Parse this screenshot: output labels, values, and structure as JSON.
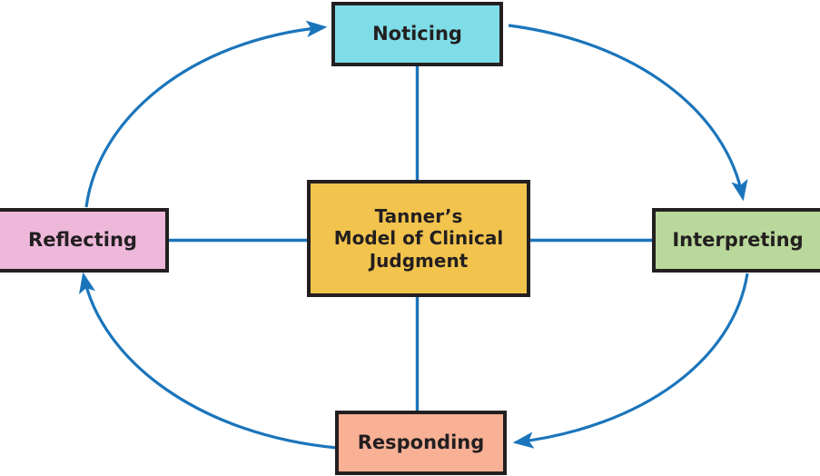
{
  "diagram": {
    "title": "Tanner's Model of Clinical Judgment",
    "type": "cycle-diagram",
    "center": {
      "name": "center-node",
      "label": "Tanner’s\nModel of Clinical\nJudgment",
      "fill": "#F2C44D",
      "border": "#231F20",
      "text_color": "#231F20"
    },
    "nodes": [
      {
        "id": "noticing",
        "label": "Noticing",
        "position": "top",
        "fill": "#7FDDE8",
        "border": "#231F20",
        "text_color": "#231F20"
      },
      {
        "id": "interpreting",
        "label": "Interpreting",
        "position": "right",
        "fill": "#B9D89B",
        "border": "#231F20",
        "text_color": "#231F20"
      },
      {
        "id": "responding",
        "label": "Responding",
        "position": "bottom",
        "fill": "#F8B195",
        "border": "#231F20",
        "text_color": "#231F20"
      },
      {
        "id": "reflecting",
        "label": "Reflecting",
        "position": "left",
        "fill": "#EEB8DA",
        "border": "#231F20",
        "text_color": "#231F20"
      }
    ],
    "spokes": [
      {
        "id": "spoke-center-noticing",
        "from": "center",
        "to": "noticing",
        "orientation": "vertical"
      },
      {
        "id": "spoke-center-interpreting",
        "from": "center",
        "to": "interpreting",
        "orientation": "horizontal"
      },
      {
        "id": "spoke-center-responding",
        "from": "center",
        "to": "responding",
        "orientation": "vertical"
      },
      {
        "id": "spoke-center-reflecting",
        "from": "center",
        "to": "reflecting",
        "orientation": "horizontal"
      }
    ],
    "arcs": [
      {
        "id": "arc-reflecting-noticing",
        "from": "reflecting",
        "to": "noticing",
        "arrowhead": "to-noticing",
        "direction": "clockwise"
      },
      {
        "id": "arc-noticing-interpreting",
        "from": "noticing",
        "to": "interpreting",
        "arrowhead": "to-interpreting",
        "direction": "clockwise"
      },
      {
        "id": "arc-interpreting-responding",
        "from": "interpreting",
        "to": "responding",
        "arrowhead": "to-responding",
        "direction": "clockwise"
      },
      {
        "id": "arc-responding-reflecting",
        "from": "responding",
        "to": "reflecting",
        "arrowhead": "to-reflecting",
        "direction": "clockwise"
      }
    ],
    "colors": {
      "arrow": "#1B75BB",
      "spoke": "#1B75BB",
      "background": "#FFFFFF",
      "outline": "#231F20"
    }
  }
}
